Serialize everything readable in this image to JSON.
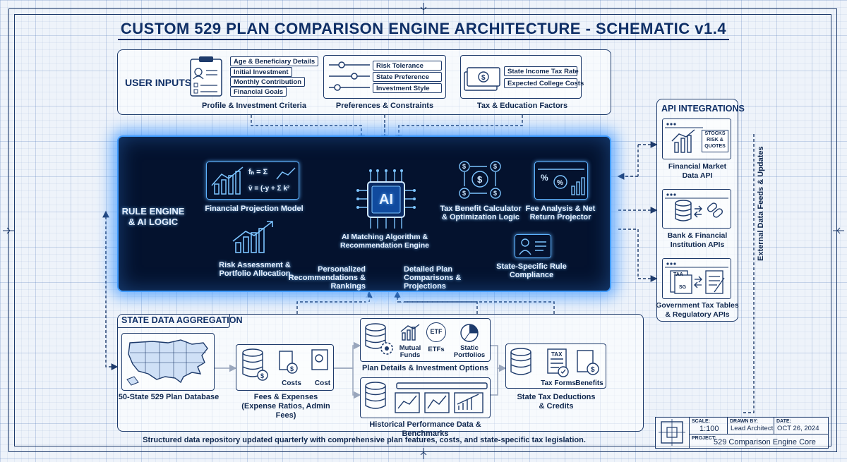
{
  "title": "CUSTOM 529 PLAN COMPARISON ENGINE ARCHITECTURE - SCHEMATIC v1.4",
  "user_inputs": {
    "label": "USER INPUTS",
    "profile": {
      "items": [
        "Age & Beneficiary Details",
        "Initial Investment",
        "Monthly Contribution",
        "Financial Goals"
      ],
      "caption": "Profile & Investment Criteria"
    },
    "preferences": {
      "items": [
        "Risk Tolerance",
        "State Preference",
        "Investment Style"
      ],
      "caption": "Preferences & Constraints"
    },
    "tax": {
      "items": [
        "State Income Tax Rate",
        "Expected College Costs"
      ],
      "caption": "Tax & Education Factors"
    }
  },
  "engine": {
    "label_line1": "RULE ENGINE",
    "label_line2": "& AI LOGIC",
    "ai_chip": "AI",
    "projection_model": "Financial Projection Model",
    "formula1": "fₙ = Σ",
    "formula2": "v̄ = (-y + Σ k²",
    "risk_line1": "Risk Assessment &",
    "risk_line2": "Portfolio Allocation",
    "matching_line1": "AI Matching Algorithm &",
    "matching_line2": "Recommendation Engine",
    "tax_calc_line1": "Tax Benefit Calculator",
    "tax_calc_line2": "& Optimization Logic",
    "fee_line1": "Fee Analysis & Net",
    "fee_line2": "Return Projector",
    "compliance_line1": "State-Specific Rule",
    "compliance_line2": "Compliance",
    "personalized_line1": "Personalized",
    "personalized_line2": "Recommendations &",
    "personalized_line3": "Rankings",
    "detailed_line1": "Detailed Plan",
    "detailed_line2": "Comparisons & Projections"
  },
  "api": {
    "label": "API INTEGRATIONS",
    "market_line1": "Financial Market",
    "market_line2": "Data API",
    "market_badge1": "STOCKS",
    "market_badge2": "RISK &",
    "market_badge3": "QUOTES",
    "bank_line1": "Bank & Financial",
    "bank_line2": "Institution APIs",
    "gov_line1": "Government Tax Tables",
    "gov_line2": "& Regulatory APIs",
    "gov_doc1": "TAA",
    "gov_doc2": "SG",
    "side_label": "External Data Feeds & Updates"
  },
  "state": {
    "label": "STATE DATA AGGREGATION",
    "database": "50-State 529 Plan Database",
    "costs1": "Costs",
    "costs2": "Cost",
    "fees_line1": "Fees & Expenses",
    "fees_line2": "(Expense Ratios, Admin Fees)",
    "mutual_line1": "Mutual",
    "mutual_line2": "Funds",
    "etfs": "ETFs",
    "etf_icon": "ETF",
    "static_line1": "Static",
    "static_line2": "Portfolios",
    "plan_details": "Plan Details & Investment Options",
    "historical": "Historical Performance Data & Benchmarks",
    "tax_forms": "Tax Forms",
    "tax_doc": "TAX",
    "benefits": "Benefits",
    "deductions_line1": "State Tax Deductions",
    "deductions_line2": "& Credits",
    "footer": "Structured data repository updated quarterly with comprehensive plan features, costs, and state-specific tax legislation."
  },
  "title_block": {
    "scale_label": "SCALE:",
    "scale": "1:100",
    "drawn_label": "DRAWN BY:",
    "drawn": "Lead Architect",
    "date_label": "DATE:",
    "date": "OCT 26, 2024",
    "project_label": "PROJECT:",
    "project": "529 Comparison Engine Core"
  },
  "colors": {
    "navy": "#0f2f66",
    "glow": "#3f9bff",
    "engine_bg": "#04122e",
    "paper": "#eef3fa"
  }
}
